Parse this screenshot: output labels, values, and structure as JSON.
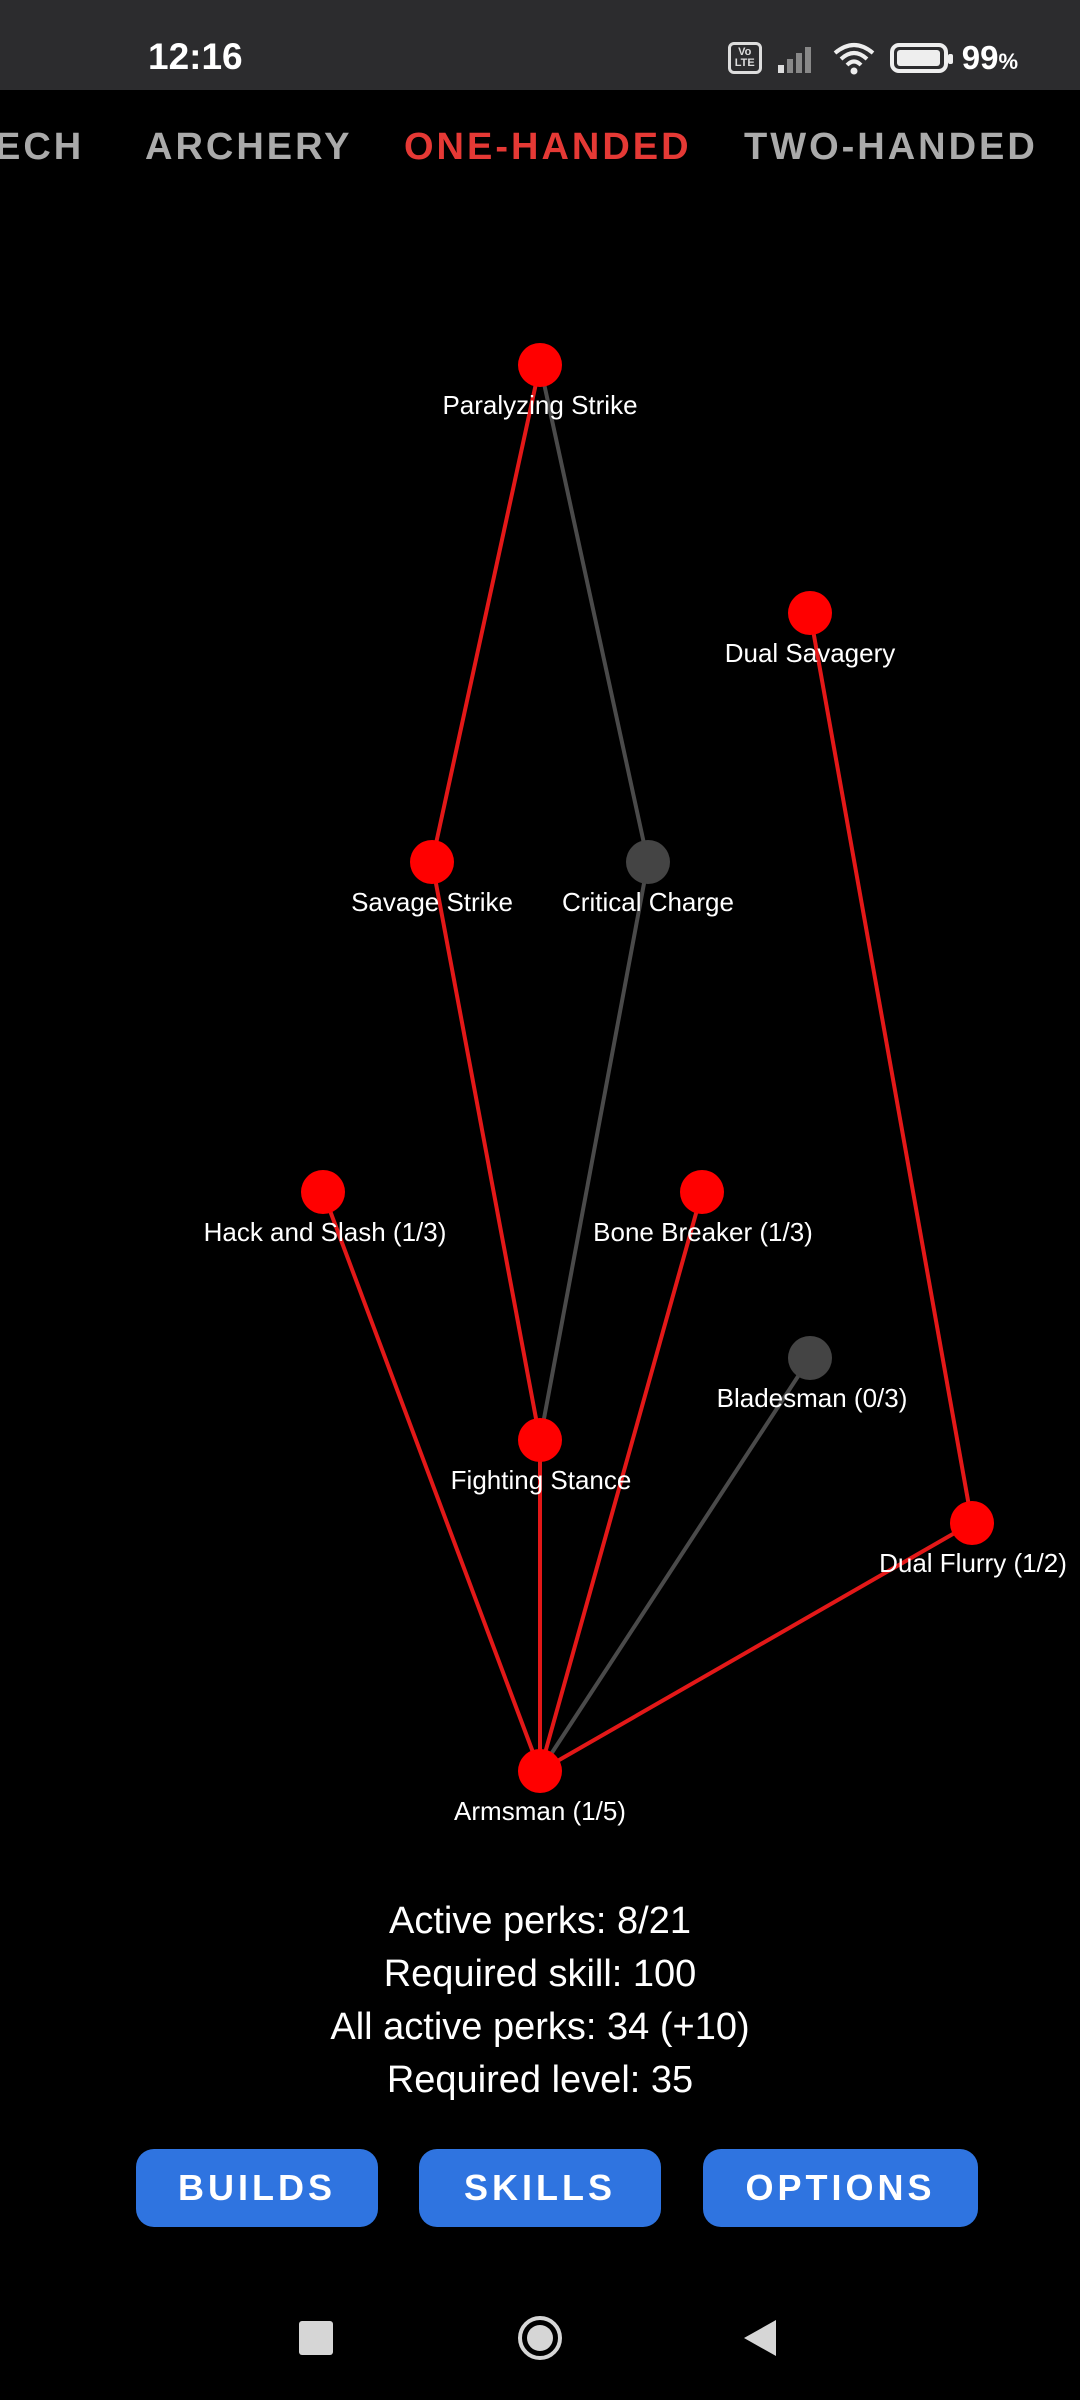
{
  "status_bar": {
    "time": "12:16",
    "volte_label": "Vo LTE",
    "battery_percent": "99",
    "battery_unit": "%"
  },
  "tabs": [
    {
      "label": "ECH",
      "active": false
    },
    {
      "label": "ARCHERY",
      "active": false
    },
    {
      "label": "ONE-HANDED",
      "active": true
    },
    {
      "label": "TWO-HANDED",
      "active": false
    }
  ],
  "colors": {
    "active_perk": "#ff0000",
    "inactive_perk": "#444444",
    "active_line": "#e31818",
    "inactive_line": "#4a4a4a",
    "active_tab": "#e53935",
    "button": "#2f74e0"
  },
  "perks": [
    {
      "label": "Paralyzing Strike",
      "active": true
    },
    {
      "label": "Dual Savagery",
      "active": true
    },
    {
      "label": "Savage Strike",
      "active": true
    },
    {
      "label": "Critical Charge",
      "active": false
    },
    {
      "label": "Hack and Slash (1/3)",
      "active": true
    },
    {
      "label": "Bone Breaker (1/3)",
      "active": true
    },
    {
      "label": "Bladesman (0/3)",
      "active": false
    },
    {
      "label": "Fighting Stance",
      "active": true
    },
    {
      "label": "Dual Flurry (1/2)",
      "active": true
    },
    {
      "label": "Armsman (1/5)",
      "active": true
    }
  ],
  "stats": {
    "active_perks": "Active perks: 8/21",
    "required_skill": "Required skill: 100",
    "all_active_perks": "All active perks: 34 (+10)",
    "required_level": "Required level: 35"
  },
  "buttons": {
    "builds": "BUILDS",
    "skills": "SKILLS",
    "options": "OPTIONS"
  },
  "nav": {
    "recents_icon": "square-icon",
    "home_icon": "circle-icon",
    "back_icon": "triangle-back-icon"
  }
}
